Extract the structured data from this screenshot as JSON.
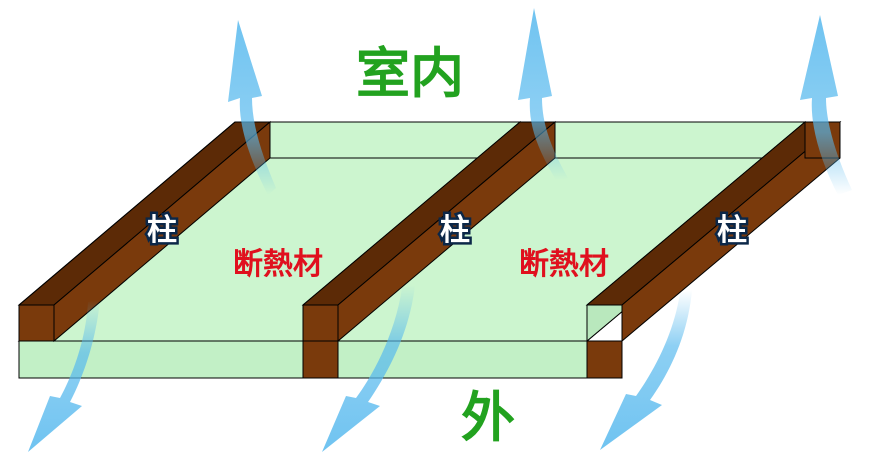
{
  "labels": {
    "indoor": "室内",
    "outdoor": "外",
    "column": "柱",
    "insulation": "断熱材"
  },
  "colors": {
    "wood": "#7a3a0c",
    "wood_top": "#5c2a06",
    "insulation_fill": "#ccf5cf",
    "outline": "#000000",
    "room_label": "#22a21f",
    "insulation_label": "#e0101e",
    "column_label": "#ffffff",
    "column_label_outline": "#0b2748",
    "arrow": "#57b9ee"
  }
}
